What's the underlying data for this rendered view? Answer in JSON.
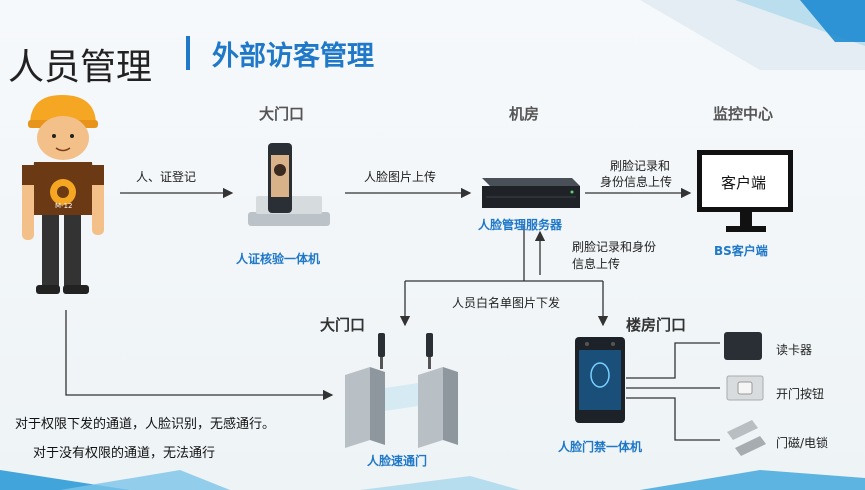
{
  "title": {
    "main": "人员管理",
    "sub": "外部访客管理"
  },
  "locations": {
    "gate_top": "大门口",
    "machine_room": "机房",
    "monitor_center": "监控中心",
    "gate_bottom": "大门口",
    "building_gate": "楼房门口"
  },
  "devices": {
    "id_face_terminal": "人证核验一体机",
    "face_server": "人脸管理服务器",
    "bs_client": "BS客户端",
    "client_screen_text": "客户端",
    "speed_gate": "人脸速通门",
    "face_access_terminal": "人脸门禁一体机",
    "badge_text": "M-12"
  },
  "flows": {
    "register": "人、证登记",
    "upload_face": "人脸图片上传",
    "upload_records_line1": "刷脸记录和",
    "upload_records_line2": "身份信息上传",
    "records_line1": "刷脸记录和身份",
    "records_line2": "信息上传",
    "whitelist": "人员白名单图片下发"
  },
  "peripherals": {
    "card_reader": "读卡器",
    "exit_button": "开门按钮",
    "door_lock": "门磁/电锁"
  },
  "notes": {
    "line1": "对于权限下发的通道，人脸识别，无感通行。",
    "line2": "对于没有权限的通道，无法通行"
  }
}
